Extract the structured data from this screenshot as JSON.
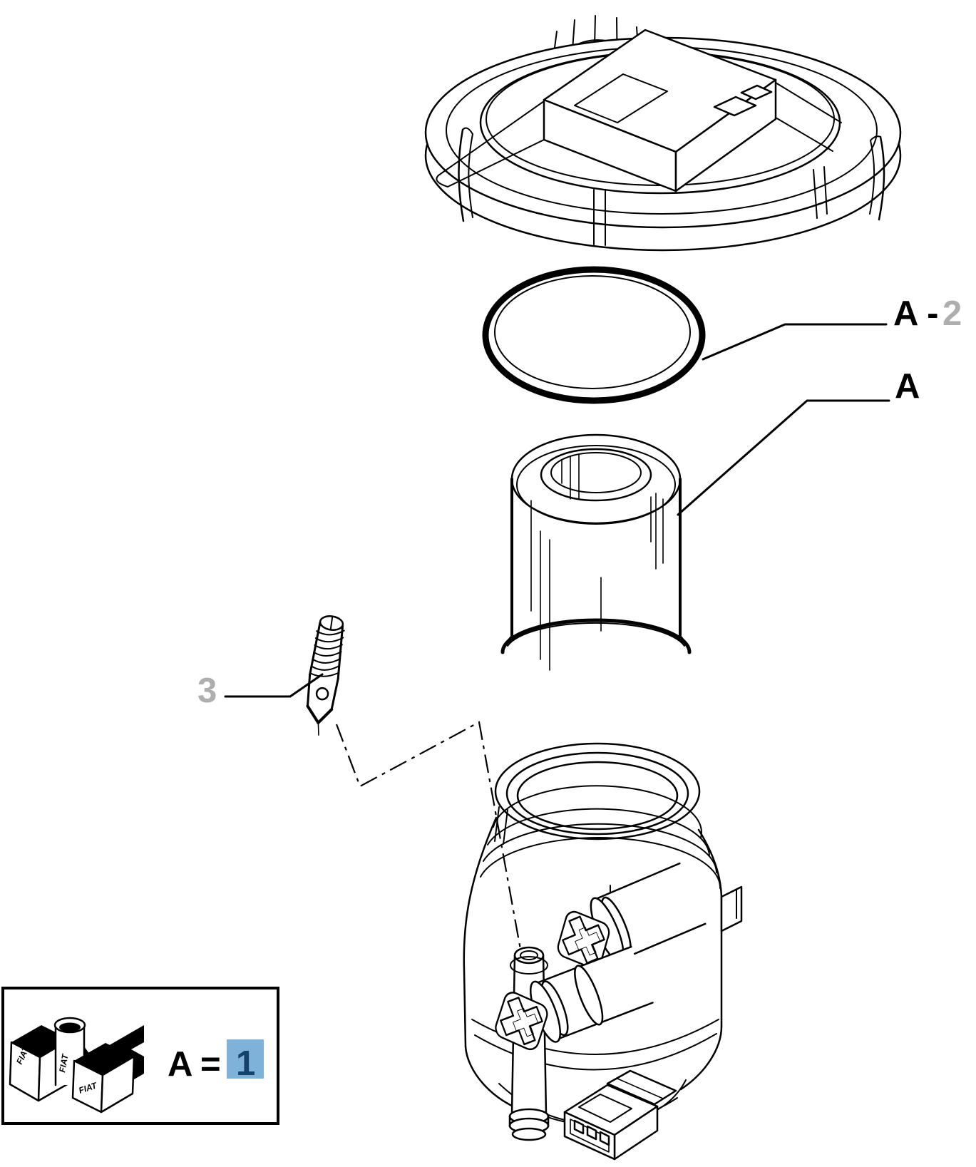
{
  "figure": {
    "background": "#ffffff",
    "line_color": "#000000",
    "callout_muted_color": "#aeaeae"
  },
  "callouts": {
    "oring_prefix": "A -",
    "oring_number": "2",
    "filter_letter": "A",
    "screw_number": "3"
  },
  "legend": {
    "key": "A",
    "equals": "=",
    "value": "1",
    "value_bg": "#7fb2d9",
    "value_color": "#14426b",
    "brand": "FIAT"
  }
}
